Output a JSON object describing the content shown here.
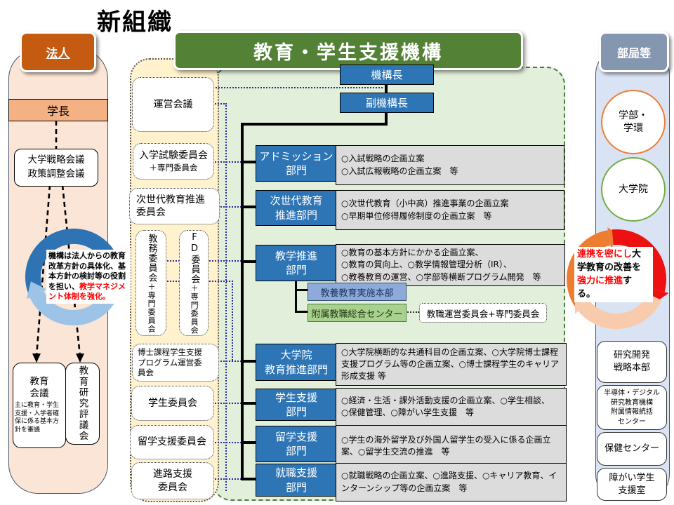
{
  "heading": "新組織",
  "left_panel": {
    "tag": "法人",
    "president": "学長",
    "strategy_box": "大学戦略会議\n政策調整会議",
    "cycle": {
      "black": "機構は法人からの教育改革方針の具体化、基本方針の検討等の役割を担い、",
      "red": "教学マネジメント体制を強化。"
    },
    "education_council": {
      "title": "教育\n会議",
      "note": "主に教育・学生支援・入学者確保に係る基本方針を審議"
    },
    "council_vertical": "教育研究評議会"
  },
  "org": {
    "title": "教育・学生支援機構",
    "head": "機構長",
    "deputy": "副機構長"
  },
  "committees": [
    {
      "label": "運営会議"
    },
    {
      "label": "入学試験委員会",
      "sub": "＋専門委員会"
    },
    {
      "label": "次世代教育推進\n委員会"
    },
    {
      "label": "教務委員会",
      "sub": "＋専門委員会"
    },
    {
      "label": "FD委員会",
      "sub": "＋専門委員会"
    },
    {
      "label": "博士課程学生支援\nプログラム運営委\n員会"
    },
    {
      "label": "学生委員会"
    },
    {
      "label": "留学支援委員会"
    },
    {
      "label": "進路支援\n委員会"
    }
  ],
  "departments": [
    {
      "name": "アドミッション\n部門",
      "desc": "○入試戦略の企画立案\n○入試広報戦略の企画立案　等"
    },
    {
      "name": "次世代教育\n推進部門",
      "desc": "○次世代教育（小中高）推進事業の企画立案\n○早期単位修得履修制度の企画立案　等"
    },
    {
      "name": "教学推進\n部門",
      "desc": "○教育の基本方針にかかる企画立案、\n○教育の質向上、○教学情報管理分析（IR）、\n○教養教育の運営、○学部等横断プログラム開発　等"
    },
    {
      "name": "大学院\n教育推進部門",
      "desc": "○大学院横断的な共通科目の企画立案、○大学院博士課程支援プログラム等の企画立案、○博士課程学生のキャリア形成支援 等"
    },
    {
      "name": "学生支援\n部門",
      "desc": "○経済・生活・課外活動支援の企画立案、○学生相談、\n○保健管理、○障がい学生支援　等"
    },
    {
      "name": "留学支援\n部門",
      "desc": "○学生の海外留学及び外国人留学生の受入に係る企画立案、○留学生交流の推進　等"
    },
    {
      "name": "就職支援\n部門",
      "desc": "○就職戦略の企画立案、○進路支援、○キャリア教育、インターンシップ等の企画立案　等"
    }
  ],
  "sub_units": {
    "liberal_hq": "教養教育実施本部",
    "teacher_center": "附属教職総合センター",
    "teacher_committee": "教職運営委員会+専門委員会"
  },
  "right_panel": {
    "tag": "部局等",
    "circle_faculties": "学部・\n学環",
    "circle_graduate": "大学院",
    "cycle": {
      "red1": "連携を密にし",
      "black1": "大学教育の改善を",
      "red2": "強力に推進",
      "black2": "する。"
    },
    "boxes": [
      "研究開発\n戦略本部",
      "半導体・デジタル\n研究教育機構\n附属情報統括\nセンター",
      "保健センター",
      "障がい学生\n支援室"
    ]
  },
  "colors": {
    "title_green": "#538135",
    "dept_blue": "#2e75b6",
    "hojin_orange": "#c55a11",
    "gakucho_orange": "#f4b183",
    "bukyoku_gray": "#8496b0",
    "panel_pink": "#fbe5d6",
    "panel_yellow": "#fff2cc",
    "panel_green": "#e2efda",
    "panel_blue": "#dae3f3",
    "liberal_blue": "#8eaadb",
    "teacher_green": "#a9d18e",
    "connector_navy": "#2929a3",
    "accent_red": "#ff0000"
  }
}
